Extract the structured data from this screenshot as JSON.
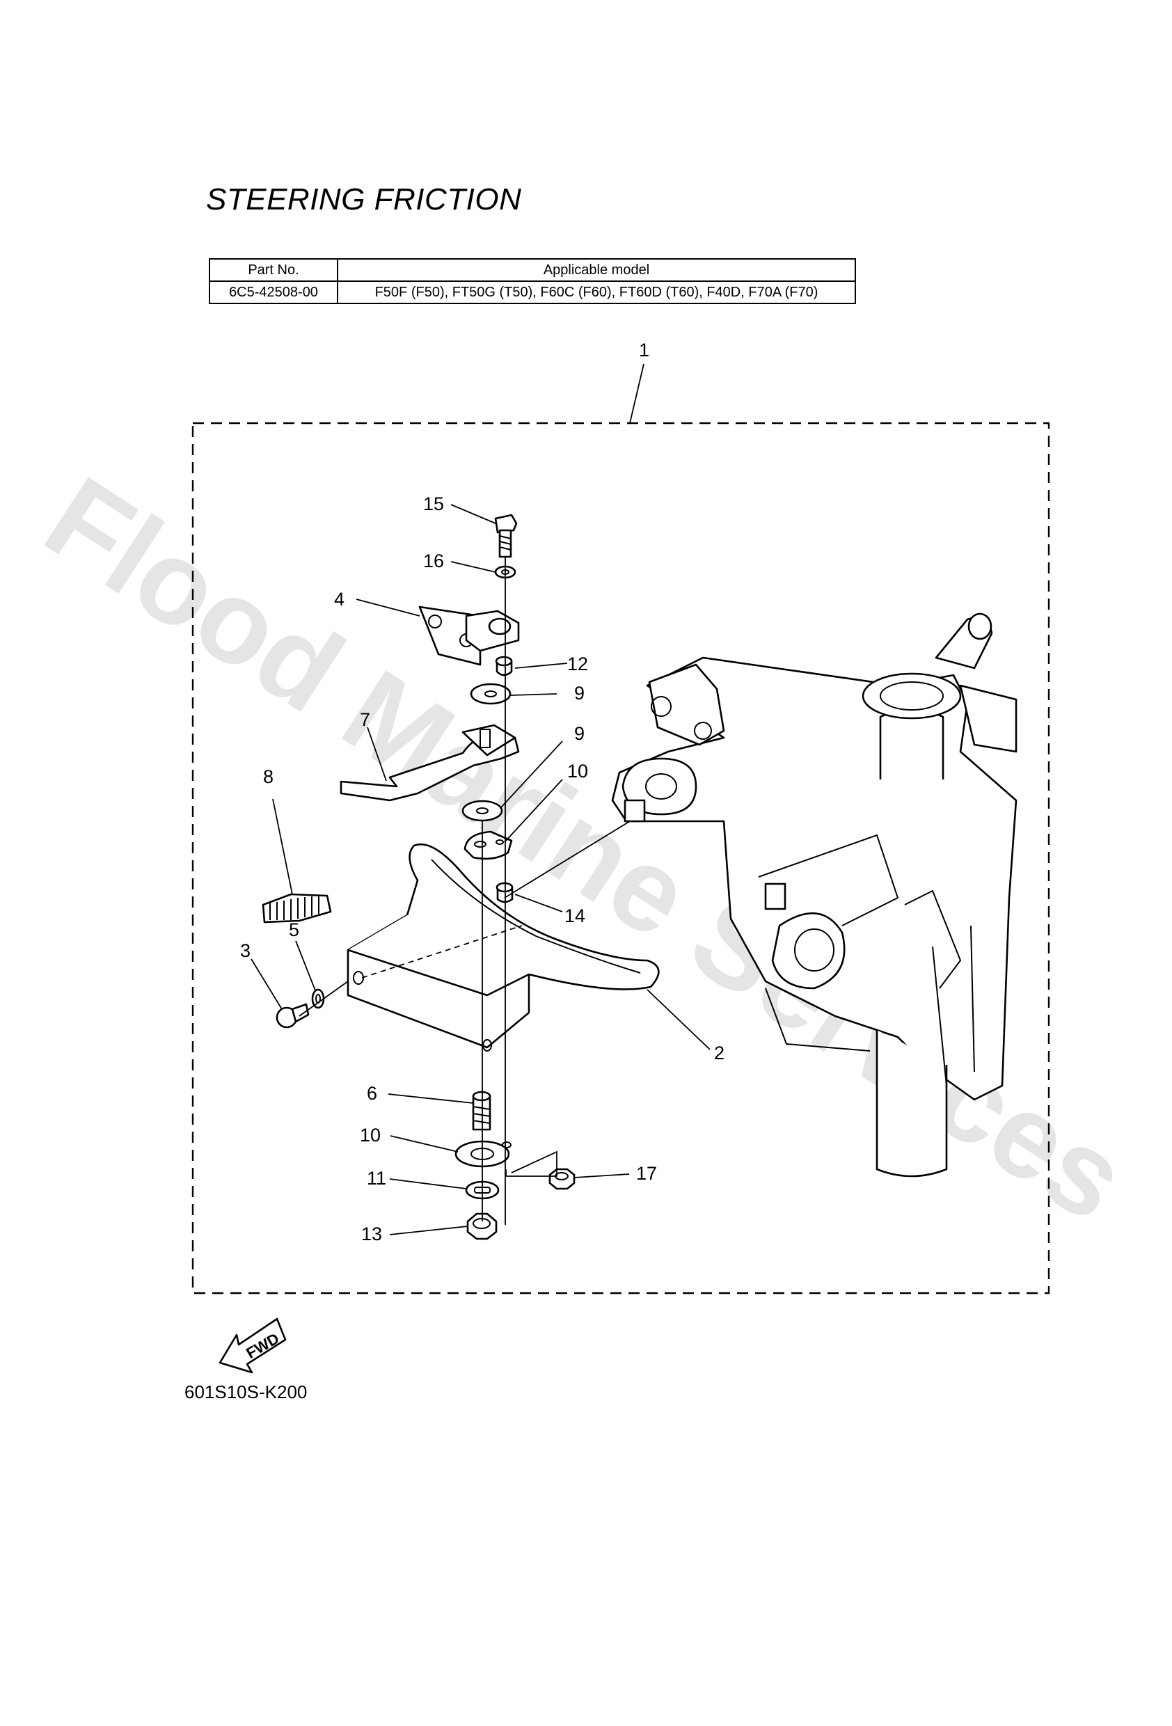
{
  "title": "STEERING FRICTION",
  "table": {
    "headers": [
      "Part No.",
      "Applicable model"
    ],
    "rows": [
      [
        "6C5-42508-00",
        "F50F (F50), FT50G (T50), F60C (F60), FT60D (T60), F40D, F70A (F70)"
      ]
    ]
  },
  "callouts": [
    "1",
    "2",
    "3",
    "4",
    "5",
    "6",
    "7",
    "8",
    "9",
    "9",
    "10",
    "10",
    "11",
    "12",
    "13",
    "14",
    "15",
    "16",
    "17"
  ],
  "fwd_label": "FWD",
  "diagram_code": "601S10S-K200",
  "watermark": "Flood Marine Services"
}
